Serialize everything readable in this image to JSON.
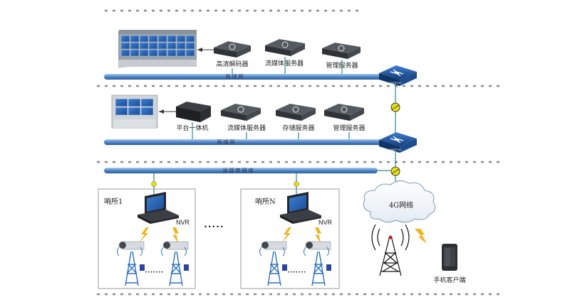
{
  "labels": {
    "device_decoder": "高清解码器",
    "device_stream1": "流媒体服务器",
    "device_mgmt1": "管理服务器",
    "device_platform": "平台一体机",
    "device_stream2": "流媒体服务器",
    "device_storage": "存储服务器",
    "device_mgmt2": "管理服务器",
    "bus1": "局域网",
    "bus2": "局域网",
    "bus3": "运营商网络",
    "sentry1": "哨所1",
    "sentryN": "哨所N",
    "nvr1": "NVR",
    "nvr2": "NVR",
    "cloud": "4G网络",
    "phone": "手机客户端",
    "switch1": "SWITCH",
    "switch2": "SWITCH",
    "ellipsis_mid": "• • • • •",
    "ellipsis_a": "• • • • • • •",
    "ellipsis_b": "• • • • • • •"
  },
  "colors": {
    "bus": "#5a8fcf",
    "bus_dark": "#2f5f9c",
    "switch": "#1e5ea8",
    "lightning": "#f3b21c",
    "tower": "#2b6fc2",
    "connector": "#e7e000"
  }
}
